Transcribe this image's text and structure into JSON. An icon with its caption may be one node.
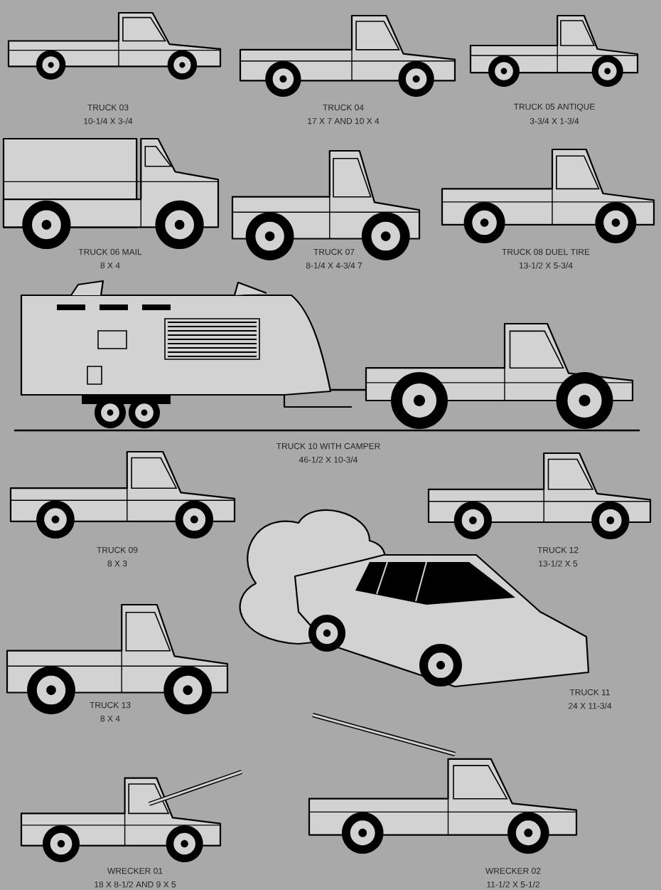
{
  "diagram": {
    "labels": [
      "TRUCK 03",
      "10-1/4 X 3-/4",
      "TRUCK 04",
      "17 X 7 AND 10 X 4",
      "TRUCK 05 ANTIQUE",
      "3-3/4 X 1-3/4",
      "TRUCK 06 MAIL",
      "8 X 4",
      "TRUCK 07",
      "8-1/4 X 4-3/4 7",
      "TRUCK 08 DUEL TIRE",
      "13-1/2 X 5-3/4",
      "TRUCK 10 WITH CAMPER",
      "46-1/2 X 10-3/4",
      "TRUCK 09",
      "8 X 3",
      "TRUCK 12",
      "13-1/2 X 5",
      "TRUCK 11",
      "24 X 11-3/4",
      "TRUCK 13",
      "8 X 4",
      "WRECKER 01",
      "18 X 8-1/2 AND 9 X 5",
      "WRECKER 02",
      "11-1/2 X 5-1/2"
    ]
  }
}
